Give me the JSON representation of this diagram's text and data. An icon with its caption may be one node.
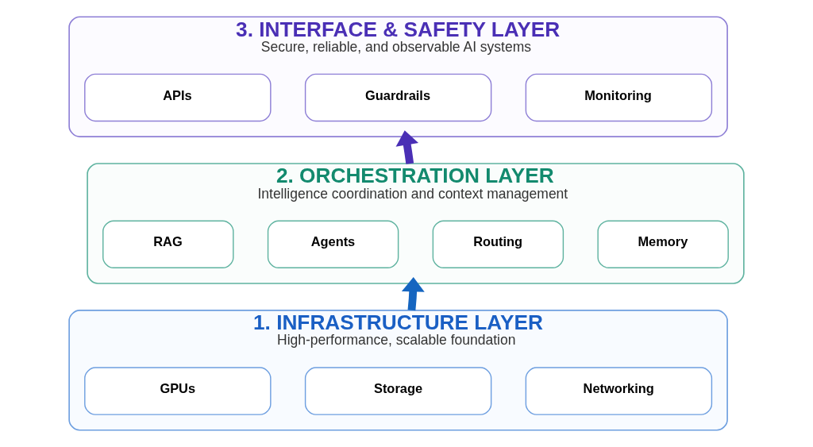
{
  "diagram": {
    "nodes": [
      {
        "text": [
          "3. INTERFACE & SAFETY LAYER",
          "Secure, reliable, and observable AI systems"
        ]
      },
      {
        "text": [
          "APIs"
        ],
        "in": 0
      },
      {
        "text": [
          "Guardrails"
        ],
        "in": 0
      },
      {
        "text": [
          "Monitoring"
        ],
        "in": 0
      },
      {
        "text": [
          "2. ORCHESTRATION LAYER",
          "Intelligence coordination and context management"
        ]
      },
      {
        "text": [
          "RAG"
        ],
        "in": 4
      },
      {
        "text": [
          "Agents"
        ],
        "in": 4
      },
      {
        "text": [
          "Routing"
        ],
        "in": 4
      },
      {
        "text": [
          "Memory"
        ],
        "in": 4
      },
      {
        "text": [
          "1. INFRASTRUCTURE LAYER",
          "High-performance, scalable foundation"
        ]
      },
      {
        "text": [
          "GPUs"
        ],
        "in": 9
      },
      {
        "text": [
          "Storage"
        ],
        "in": 9
      },
      {
        "text": [
          "Networking"
        ],
        "in": 9
      }
    ],
    "edges": [
      {
        "from": 9,
        "to": 4,
        "arrow": "to",
        "color": "#1565c0"
      },
      {
        "from": 4,
        "to": 0,
        "arrow": "to",
        "color": "#4a2fb5"
      }
    ]
  }
}
